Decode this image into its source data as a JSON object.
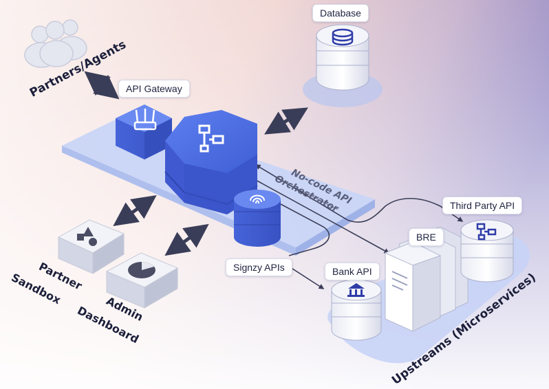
{
  "labels": {
    "database": "Database",
    "api_gateway": "API Gateway",
    "third_party_api": "Third Party API",
    "bre": "BRE",
    "signzy_apis": "Signzy APIs",
    "bank_api": "Bank API",
    "partners_agents": "Partners/Agents",
    "orchestrator_line1": "No-code API",
    "orchestrator_line2": "Orchestrator",
    "partner_sandbox_line1": "Partner",
    "partner_sandbox_line2": "Sandbox",
    "admin_dashboard_line1": "Admin",
    "admin_dashboard_line2": "Dashboard",
    "upstreams": "Upstreams (Microservices)"
  },
  "colors": {
    "accent_blue": "#4f6fe0",
    "platform": "#c8d4f6",
    "arrow": "#3a3d57"
  },
  "icons": [
    "people-icon",
    "router-icon",
    "network-icon",
    "database-icon",
    "fingerprint-icon",
    "bank-icon",
    "shapes-icon",
    "pie-chart-icon",
    "document-icon"
  ]
}
